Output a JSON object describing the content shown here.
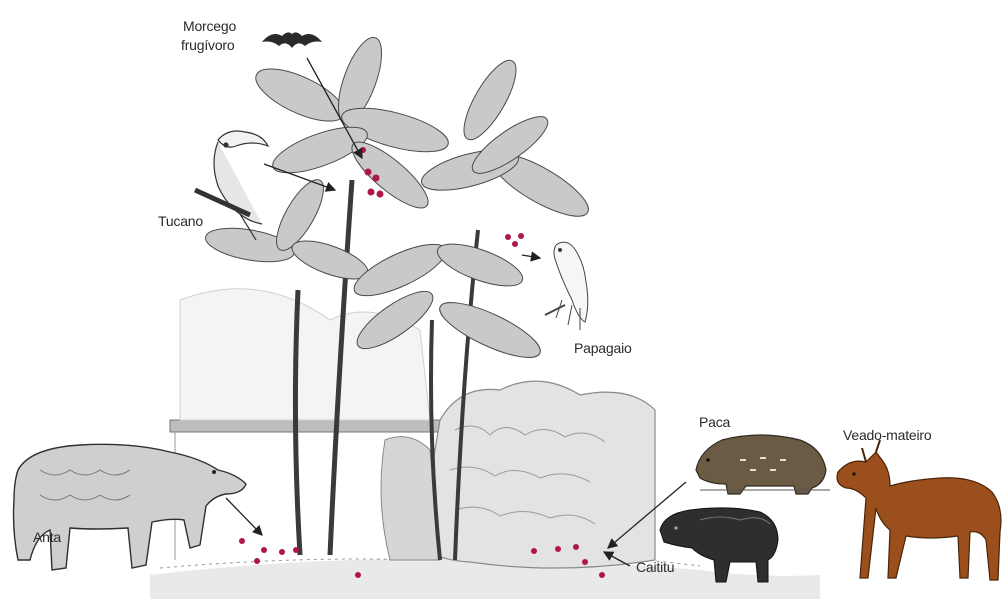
{
  "labels": {
    "bat": [
      "Morcego",
      "frugívoro"
    ],
    "toucan": "Tucano",
    "parrot": "Papagaio",
    "tapir": "Anta",
    "paca": "Paca",
    "peccary": "Caititu",
    "deer": "Veado-mateiro"
  },
  "colors": {
    "sketch": "#3a3a3a",
    "fruit": "#b0164a",
    "paca_fur": "#6b5a44",
    "peccary_fur": "#2e2e2e",
    "deer_fur": "#9a4f1c"
  },
  "icons": [
    "bat-icon",
    "toucan-icon",
    "parrot-icon",
    "tapir-icon",
    "paca-icon",
    "peccary-icon",
    "deer-icon",
    "palm-tree-icon",
    "fruit-icon",
    "arrow-icon"
  ]
}
